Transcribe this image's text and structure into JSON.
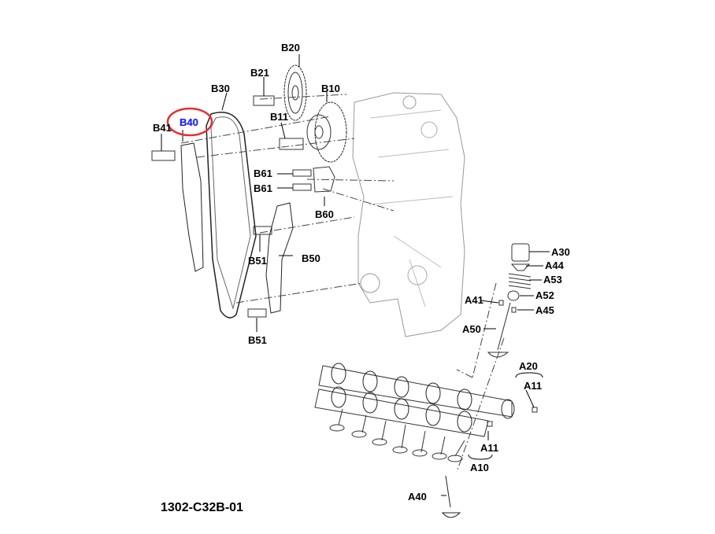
{
  "diagram_code": "1302-C32B-01",
  "selected_part": "B40",
  "colors": {
    "highlight_ring": "#e03030",
    "selected_label": "#1a1aff"
  },
  "labels": {
    "b20": "B20",
    "b21": "B21",
    "b30": "B30",
    "b10": "B10",
    "b40": "B40",
    "b41": "B41",
    "b11": "B11",
    "b61a": "B61",
    "b61b": "B61",
    "b60": "B60",
    "b50": "B50",
    "b51a": "B51",
    "b51b": "B51",
    "a30": "A30",
    "a44": "A44",
    "a53": "A53",
    "a41": "A41",
    "a52": "A52",
    "a45": "A45",
    "a50": "A50",
    "a20": "A20",
    "a11a": "A11",
    "a11b": "A11",
    "a10": "A10",
    "a40": "A40"
  }
}
